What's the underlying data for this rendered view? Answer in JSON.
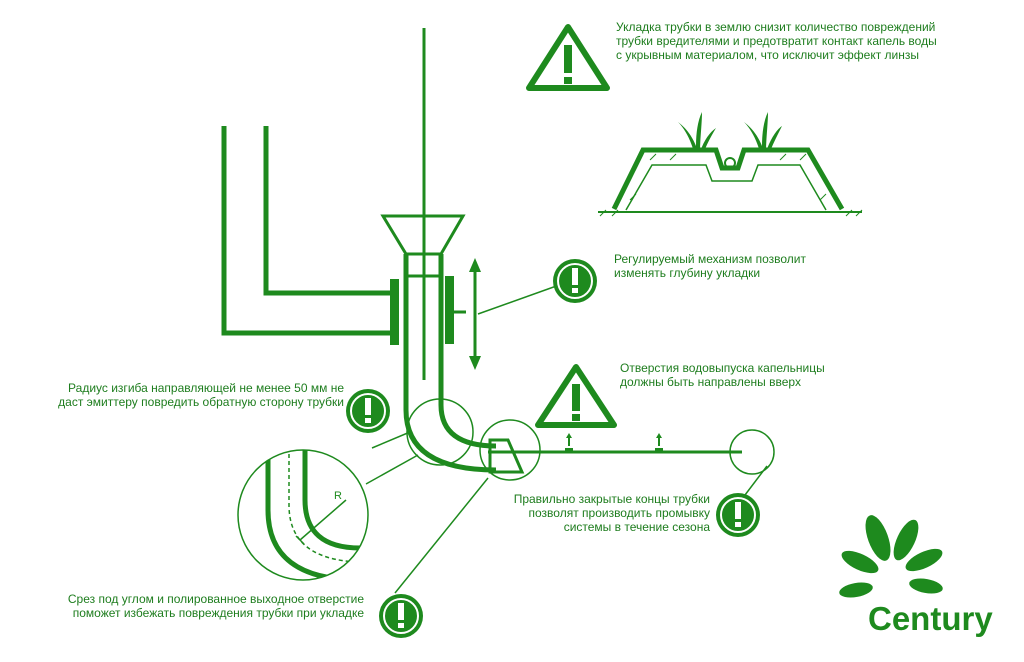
{
  "colors": {
    "accent": "#1e8a1e",
    "text": "#1e7d1e",
    "background": "#ffffff"
  },
  "notes": {
    "soil_laying": [
      "Укладка трубки в землю снизит количество повреждений",
      "трубки вредителями и предотвратит контакт капель воды",
      "с укрывным материалом, что исключит эффект линзы"
    ],
    "depth_mechanism": [
      "Регулируемый механизм позволит",
      "изменять глубину укладки"
    ],
    "outlets_up": [
      "Отверстия водовыпуска капельницы",
      "должны быть направлены вверх"
    ],
    "bend_radius": [
      "Радиус изгиба направляющей не менее 50 мм не",
      "даст эмиттеру повредить обратную сторону трубки"
    ],
    "closed_ends": [
      "Правильно закрытые концы трубки",
      "позволят производить промывку",
      "системы в течение сезона"
    ],
    "angle_cut": [
      "Срез под углом и полированное выходное отверстие",
      "поможет избежать повреждения трубки при укладке"
    ]
  },
  "icons": {
    "warning": "warning-triangle-icon",
    "info": "exclamation-circle-icon",
    "drip_outlet": "arrow-up-icon"
  },
  "detail_label": "R",
  "logo": {
    "text": "Century"
  }
}
